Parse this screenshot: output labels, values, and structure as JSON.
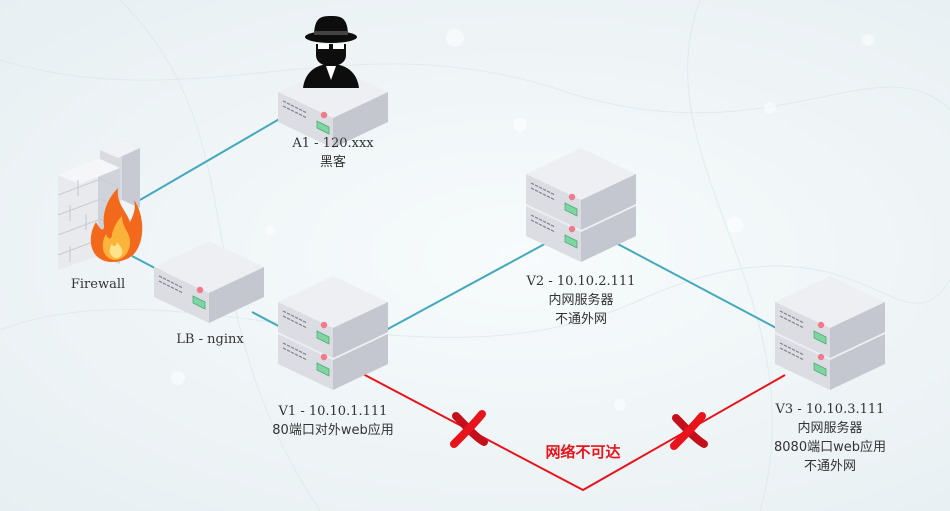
{
  "nodes": {
    "hacker": {
      "line1": "A1 - 120.xxx",
      "line2": "黑客"
    },
    "firewall": {
      "label": "Firewall"
    },
    "lb": {
      "label": "LB - nginx"
    },
    "v1": {
      "line1": "V1 - 10.10.1.111",
      "line2": "80端口对外web应用"
    },
    "v2": {
      "line1": "V2 - 10.10.2.111",
      "line2": "内网服务器",
      "line3": "不通外网"
    },
    "v3": {
      "line1": "V3 - 10.10.3.111",
      "line2": "内网服务器",
      "line3": "8080端口web应用",
      "line4": "不通外网"
    }
  },
  "unreachable_label": "网络不可达",
  "colors": {
    "link": "#45a9bd",
    "blocked": "#e8141b",
    "server_top": "#eeeff2",
    "server_side": "#c9cbd3",
    "server_front": "#dcdde2",
    "led_green": "#7fd6a3",
    "led_red": "#f07a8c"
  }
}
